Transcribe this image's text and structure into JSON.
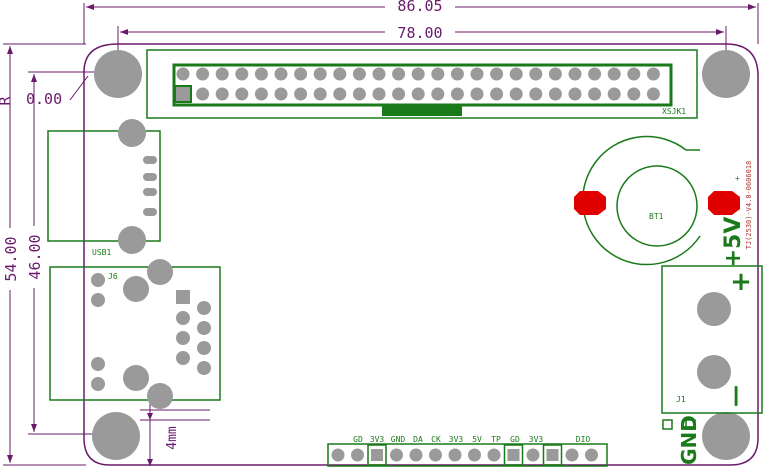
{
  "dimensions": {
    "board_width": "86.05",
    "hole_spacing": "78.00",
    "board_height": "54.00",
    "inner_height": "46.00",
    "corner_radius": "0.00",
    "radius_prefix": "R",
    "edge_offset": "4mm"
  },
  "components": {
    "header": "XSJK1",
    "usb": "USB1",
    "ethernet": "J6",
    "battery": "BT1",
    "power_jack": "J1",
    "battery_plus": "+",
    "version": "TJ(2530)-V4.0-0606018"
  },
  "power_labels": {
    "plus5v": "+5V",
    "plus": "+",
    "minus": "—",
    "gnd": "GND"
  },
  "bottom_pins": [
    "GD",
    "3V3",
    "GND",
    "DA",
    "CK",
    "3V3",
    "5V",
    "TP",
    "GD",
    "3V3",
    "DIO"
  ]
}
